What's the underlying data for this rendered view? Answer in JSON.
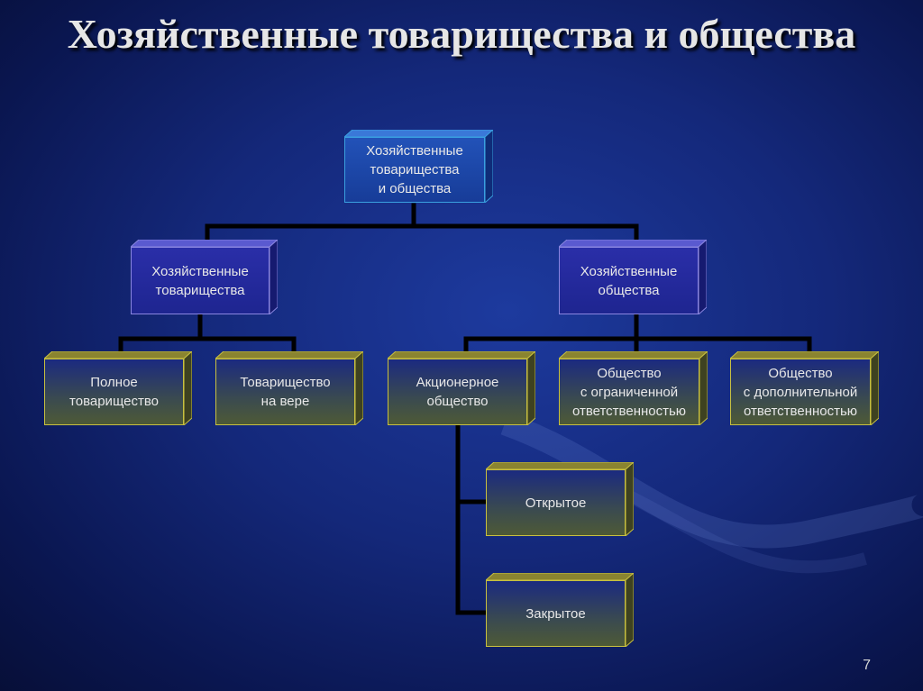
{
  "title": "Хозяйственные товарищества и общества",
  "nodes": {
    "root": "Хозяйственные\nтоварищества\nи общества",
    "partnerships": "Хозяйственные\nтоварищества",
    "companies": "Хозяйственные\nобщества",
    "full": "Полное\nтоварищество",
    "limited_partnership": "Товарищество\nна вере",
    "joint_stock": "Акционерное\nобщество",
    "llc": "Общество\nс ограниченной\nответственностью",
    "alc": "Общество\nс дополнительной\nответственностью",
    "open": "Открытое",
    "closed": "Закрытое"
  },
  "page_number": "7"
}
